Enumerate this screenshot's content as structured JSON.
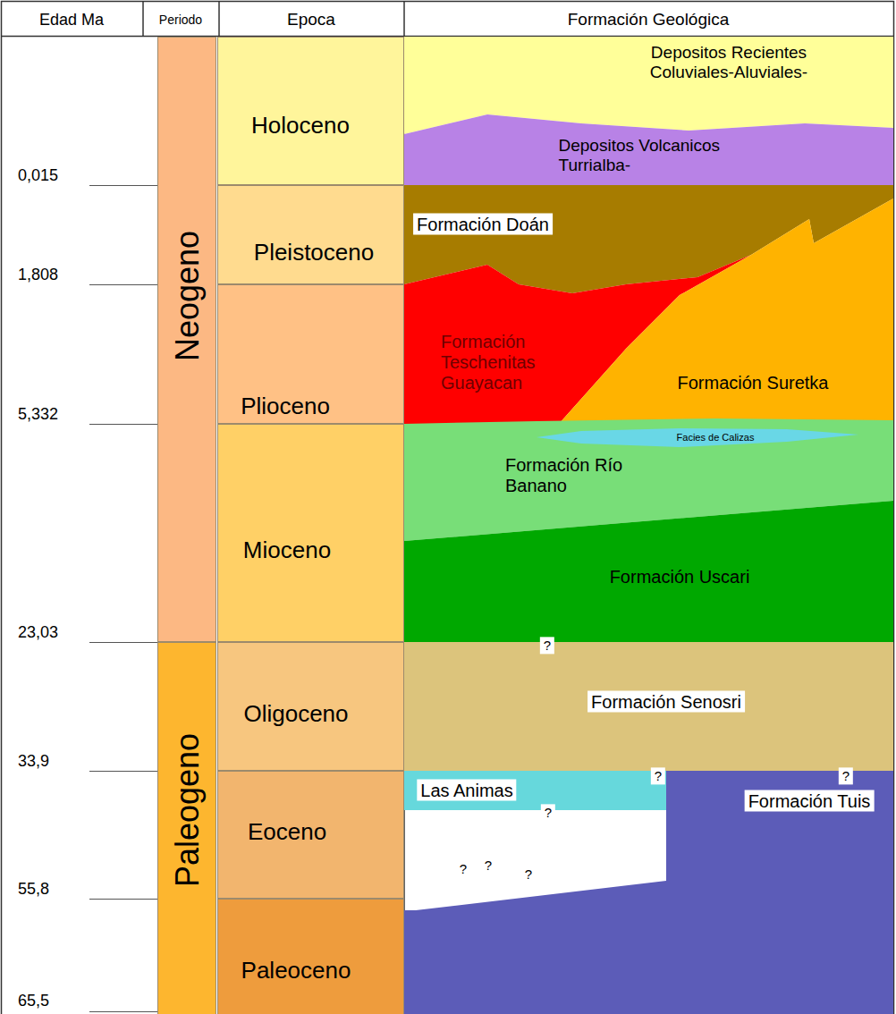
{
  "diagram": {
    "nodes": [
      {
        "text": [
          "Edad Ma"
        ]
      },
      {
        "text": [
          "Periodo"
        ]
      },
      {
        "text": [
          "Epoca"
        ]
      },
      {
        "text": [
          "Formación Geológica"
        ]
      },
      {
        "text": [
          "Neogeno"
        ]
      },
      {
        "text": [
          "Holoceno"
        ]
      },
      {
        "text": [
          "Depositos Recientes Coluviales-Aluviales-"
        ]
      },
      {
        "text": [
          "Depositos Volcanicos Turrialba-"
        ]
      },
      {
        "text": [
          "Pleistoceno"
        ]
      },
      {
        "text": [
          "Formación Doán"
        ]
      },
      {
        "text": [
          "Plioceno"
        ]
      },
      {
        "text": [
          "Formación Teschenitas Guayacan"
        ]
      },
      {
        "text": [
          "Formación Suretka"
        ]
      },
      {
        "text": [
          "Mioceno"
        ]
      },
      {
        "text": [
          "Formación Río Banano"
        ]
      },
      {
        "text": [
          "Facies de Calizas"
        ],
        "in": 14
      },
      {
        "text": [
          "Formación Uscari"
        ]
      },
      {
        "text": [
          "Paleogeno"
        ]
      },
      {
        "text": [
          "Oligoceno"
        ]
      },
      {
        "text": [
          "Formación Senosri"
        ]
      },
      {
        "text": [
          "Eoceno"
        ]
      },
      {
        "text": [
          "Las Animas"
        ]
      },
      {
        "text": [
          "Formación Tuis"
        ]
      },
      {
        "text": [
          "Paleoceno"
        ]
      }
    ],
    "labels": [
      "0,015",
      "1,808",
      "5,332",
      "23,03",
      "33,9",
      "55,8",
      "65,5",
      "?",
      "?",
      "?",
      "?",
      "?",
      "?",
      "?"
    ]
  }
}
